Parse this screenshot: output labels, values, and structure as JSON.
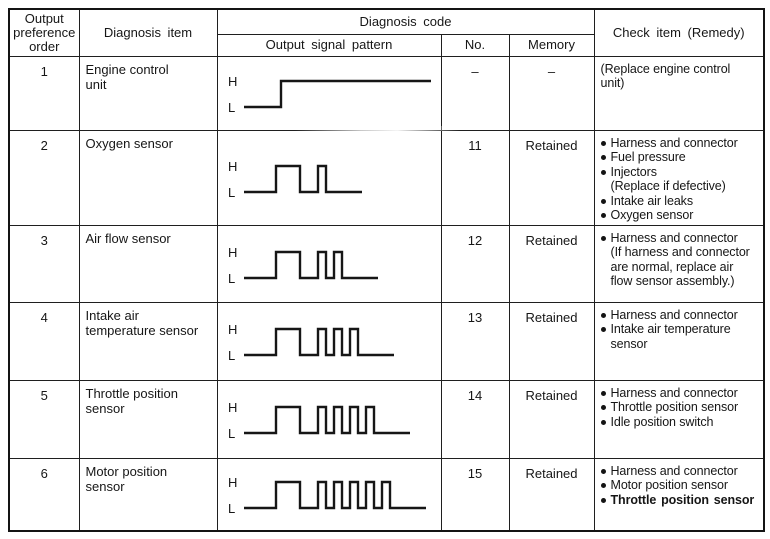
{
  "colors": {
    "ink": "#161616",
    "paper": "#ffffff"
  },
  "table": {
    "header": {
      "output_preference_order": "Output\npreference\norder",
      "diagnosis_item": "Diagnosis item",
      "diagnosis_code": "Diagnosis code",
      "output_signal_pattern": "Output signal pattern",
      "no": "No.",
      "memory": "Memory",
      "check_item": "Check item (Remedy)"
    },
    "signal_levels": {
      "high_label": "H",
      "low_label": "L"
    },
    "rows": [
      {
        "order": "1",
        "diagnosis_item": "Engine control\nunit",
        "signal_pattern": {
          "type": "step-high",
          "long_pulses": 0,
          "short_pulses": 0,
          "description": "line steps from L up to H and stays high"
        },
        "code_no": "–",
        "memory": "–",
        "check_items": [
          {
            "bullet": false,
            "bold": false,
            "text": "(Replace engine control\nunit)"
          }
        ]
      },
      {
        "order": "2",
        "diagnosis_item": "Oxygen sensor",
        "signal_pattern": {
          "type": "pulses",
          "long_pulses": 1,
          "short_pulses": 1,
          "description": "one long pulse then one short pulse (code 11)"
        },
        "code_no": "11",
        "memory": "Retained",
        "check_items": [
          {
            "bullet": true,
            "bold": false,
            "text": "Harness and connector"
          },
          {
            "bullet": true,
            "bold": false,
            "text": "Fuel pressure"
          },
          {
            "bullet": true,
            "bold": false,
            "text": "Injectors\n(Replace if defective)"
          },
          {
            "bullet": true,
            "bold": false,
            "text": "Intake air leaks"
          },
          {
            "bullet": true,
            "bold": false,
            "text": "Oxygen sensor"
          }
        ]
      },
      {
        "order": "3",
        "diagnosis_item": "Air flow sensor",
        "signal_pattern": {
          "type": "pulses",
          "long_pulses": 1,
          "short_pulses": 2,
          "description": "one long pulse then two short pulses (code 12)"
        },
        "code_no": "12",
        "memory": "Retained",
        "check_items": [
          {
            "bullet": true,
            "bold": false,
            "text": "Harness and connector\n(If harness and connector\nare normal, replace air\nflow sensor assembly.)"
          }
        ]
      },
      {
        "order": "4",
        "diagnosis_item": "Intake air\ntemperature sensor",
        "signal_pattern": {
          "type": "pulses",
          "long_pulses": 1,
          "short_pulses": 3,
          "description": "one long pulse then three short pulses (code 13)"
        },
        "code_no": "13",
        "memory": "Retained",
        "check_items": [
          {
            "bullet": true,
            "bold": false,
            "text": "Harness and connector"
          },
          {
            "bullet": true,
            "bold": false,
            "text": "Intake air temperature\nsensor"
          }
        ]
      },
      {
        "order": "5",
        "diagnosis_item": "Throttle position\nsensor",
        "signal_pattern": {
          "type": "pulses",
          "long_pulses": 1,
          "short_pulses": 4,
          "description": "one long pulse then four short pulses (code 14)"
        },
        "code_no": "14",
        "memory": "Retained",
        "check_items": [
          {
            "bullet": true,
            "bold": false,
            "text": "Harness and connector"
          },
          {
            "bullet": true,
            "bold": false,
            "text": "Throttle position sensor"
          },
          {
            "bullet": true,
            "bold": false,
            "text": "Idle position switch"
          }
        ]
      },
      {
        "order": "6",
        "diagnosis_item": "Motor position\nsensor",
        "signal_pattern": {
          "type": "pulses",
          "long_pulses": 1,
          "short_pulses": 5,
          "description": "one long pulse then five short pulses (code 15)"
        },
        "code_no": "15",
        "memory": "Retained",
        "check_items": [
          {
            "bullet": true,
            "bold": false,
            "text": "Harness and connector"
          },
          {
            "bullet": true,
            "bold": false,
            "text": "Motor position sensor"
          },
          {
            "bullet": true,
            "bold": true,
            "text": "Throttle position sensor"
          }
        ]
      }
    ]
  }
}
